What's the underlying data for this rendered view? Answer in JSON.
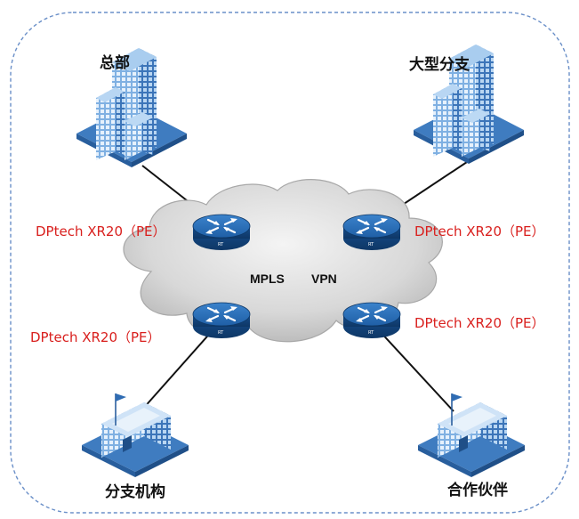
{
  "cloud": {
    "label_left": "MPLS",
    "label_right": "VPN"
  },
  "sites": {
    "hq": "总部",
    "large_branch": "大型分支",
    "branch": "分支机构",
    "partner": "合作伙伴"
  },
  "routers": {
    "top_left": "DPtech XR20（PE）",
    "top_right": "DPtech XR20（PE）",
    "bottom_left": "DPtech XR20（PE）",
    "bottom_right": "DPtech XR20（PE）",
    "icon_text": "RT"
  },
  "colors": {
    "border": "#6a8fc8",
    "router_label": "#d9201e",
    "router_body": "#1c5fa8",
    "building": "#4a86c8",
    "link": "#111111",
    "cloud_fill": "#dcdcdc"
  }
}
